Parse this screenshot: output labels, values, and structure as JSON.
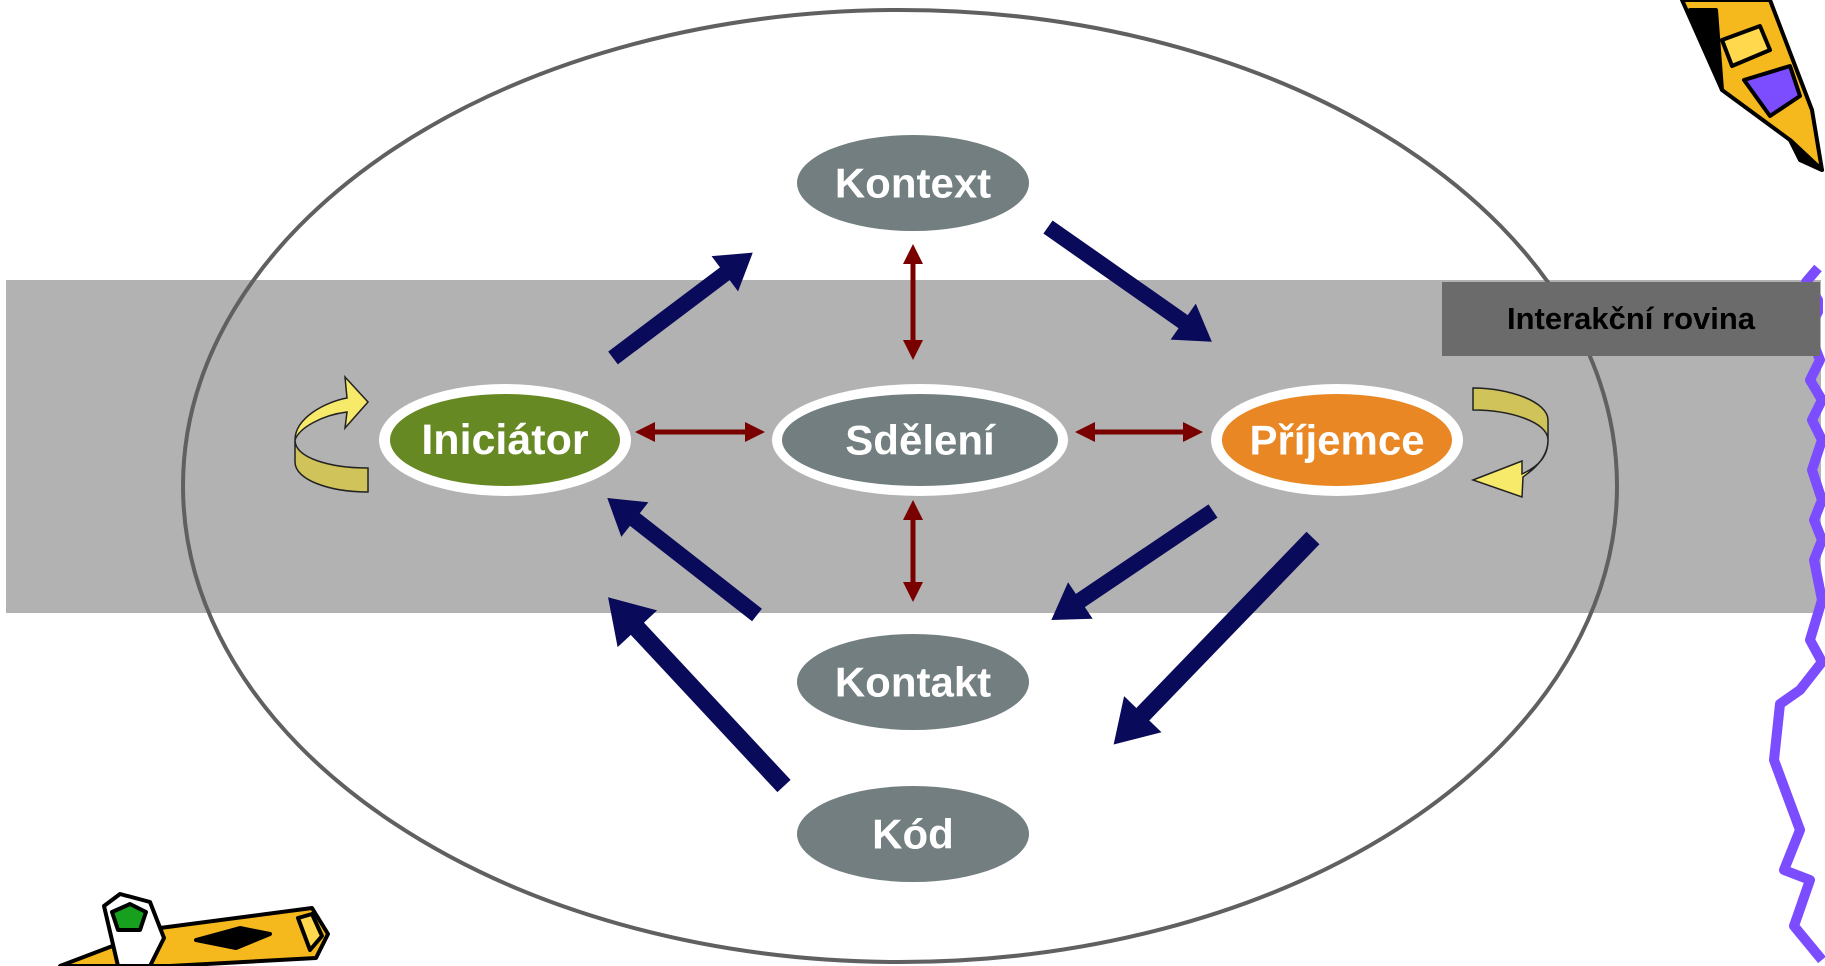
{
  "band": {
    "label": "Interakční rovina"
  },
  "nodes": {
    "kontext": "Kontext",
    "iniciator": "Iniciátor",
    "sdeleni": "Sdělení",
    "prijemce": "Příjemce",
    "kontakt": "Kontakt",
    "kod": "Kód"
  },
  "colors": {
    "band": "#b2b2b2",
    "band_label_bg": "#6b6b6b",
    "node_gray": "#727e7f",
    "iniciator": "#678923",
    "prijemce": "#e88724",
    "flow_arrow": "#0a0a5a",
    "link_arrow": "#7a0000",
    "loop_arrow": "#f7e96a",
    "doodle_purple": "#7c4dff"
  },
  "icons": [
    "pencil-clipart-icon",
    "pen-clipart-icon",
    "loop-arrow-icon"
  ]
}
